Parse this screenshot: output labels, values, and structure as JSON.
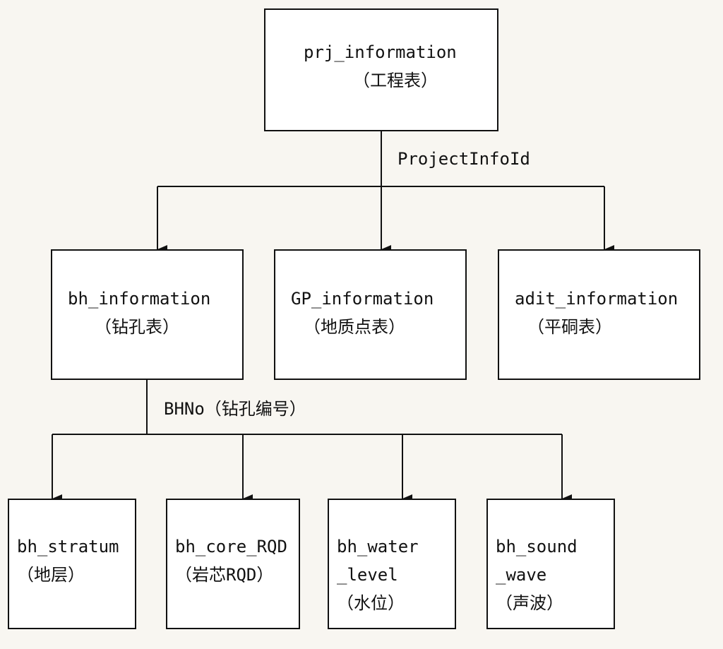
{
  "nodes": {
    "prj": {
      "name": "prj_information",
      "cn": "（工程表）"
    },
    "bh": {
      "name": "bh_information",
      "cn": "（钻孔表）"
    },
    "gp": {
      "name": "GP_information",
      "cn": "（地质点表）"
    },
    "adit": {
      "name": "adit_information",
      "cn": "（平硐表）"
    },
    "stratum": {
      "name": "bh_stratum",
      "cn": "（地层）"
    },
    "core": {
      "name": "bh_core_RQD",
      "cn": "（岩芯RQD）"
    },
    "water": {
      "name1": "bh_water",
      "name2": "_level",
      "cn": "（水位）"
    },
    "sound": {
      "name1": "bh_sound",
      "name2": "_wave",
      "cn": "（声波）"
    }
  },
  "edges": {
    "project_key": "ProjectInfoId",
    "borehole_key": "BHNo（钻孔编号）"
  },
  "colors": {
    "background": "#f8f6f1",
    "box_fill": "#ffffff",
    "line": "#111111"
  }
}
